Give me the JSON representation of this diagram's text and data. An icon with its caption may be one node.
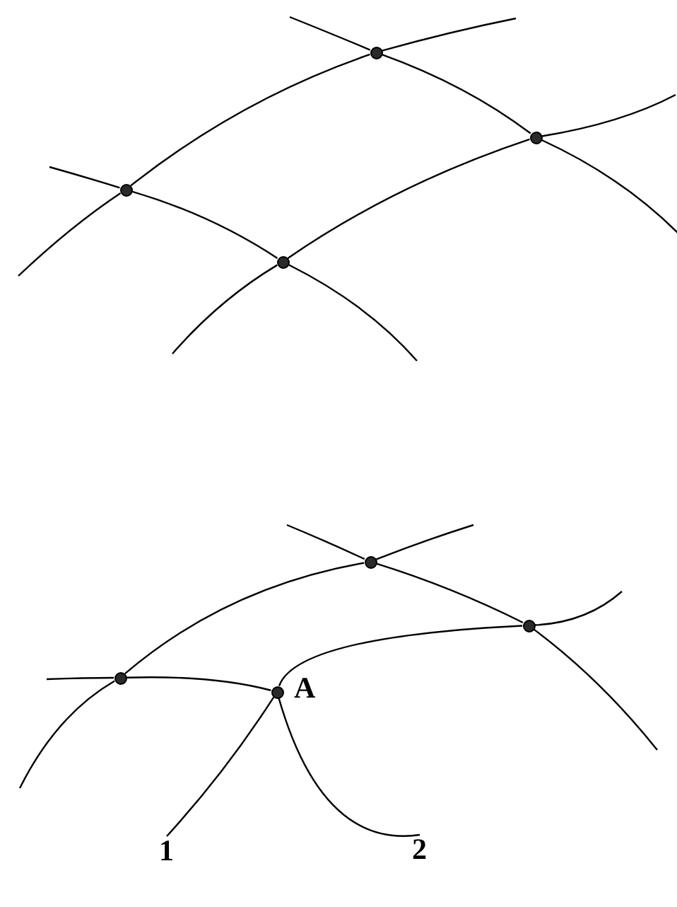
{
  "diagram": {
    "nodes": [
      {
        "text": [],
        "shape": "circle"
      },
      {
        "text": [],
        "shape": "circle"
      },
      {
        "text": [],
        "shape": "circle"
      },
      {
        "text": [],
        "shape": "circle"
      },
      {
        "text": [],
        "shape": "circle"
      },
      {
        "text": [],
        "shape": "circle"
      },
      {
        "text": [],
        "shape": "circle"
      },
      {
        "text": [],
        "shape": "circle",
        "beside": [
          "A"
        ]
      },
      {
        "text": [
          "1"
        ]
      },
      {
        "text": [
          "2"
        ]
      }
    ],
    "edges": [
      {
        "from": null,
        "to": 2,
        "arrow": "none"
      },
      {
        "from": 2,
        "to": 0,
        "arrow": "none"
      },
      {
        "from": 0,
        "to": null,
        "arrow": "none"
      },
      {
        "from": null,
        "to": 2,
        "arrow": "none"
      },
      {
        "from": 2,
        "to": 3,
        "arrow": "none"
      },
      {
        "from": 3,
        "to": null,
        "arrow": "none"
      },
      {
        "from": null,
        "to": 0,
        "arrow": "none"
      },
      {
        "from": 0,
        "to": 1,
        "arrow": "none"
      },
      {
        "from": 1,
        "to": null,
        "arrow": "none"
      },
      {
        "from": null,
        "to": 3,
        "arrow": "none"
      },
      {
        "from": 3,
        "to": 1,
        "arrow": "none"
      },
      {
        "from": 1,
        "to": null,
        "arrow": "none"
      },
      {
        "from": null,
        "to": 6,
        "arrow": "none"
      },
      {
        "from": 6,
        "to": 4,
        "arrow": "none"
      },
      {
        "from": 4,
        "to": null,
        "arrow": "none"
      },
      {
        "from": null,
        "to": 4,
        "arrow": "none"
      },
      {
        "from": 4,
        "to": 5,
        "arrow": "none"
      },
      {
        "from": 5,
        "to": null,
        "arrow": "none"
      },
      {
        "from": null,
        "to": 6,
        "arrow": "none"
      },
      {
        "from": 6,
        "to": 7,
        "arrow": "none"
      },
      {
        "from": 7,
        "to": 5,
        "arrow": "none"
      },
      {
        "from": 5,
        "to": null,
        "arrow": "none"
      },
      {
        "from": 7,
        "to": 8,
        "arrow": "none"
      },
      {
        "from": 7,
        "to": 9,
        "arrow": "none"
      }
    ]
  }
}
